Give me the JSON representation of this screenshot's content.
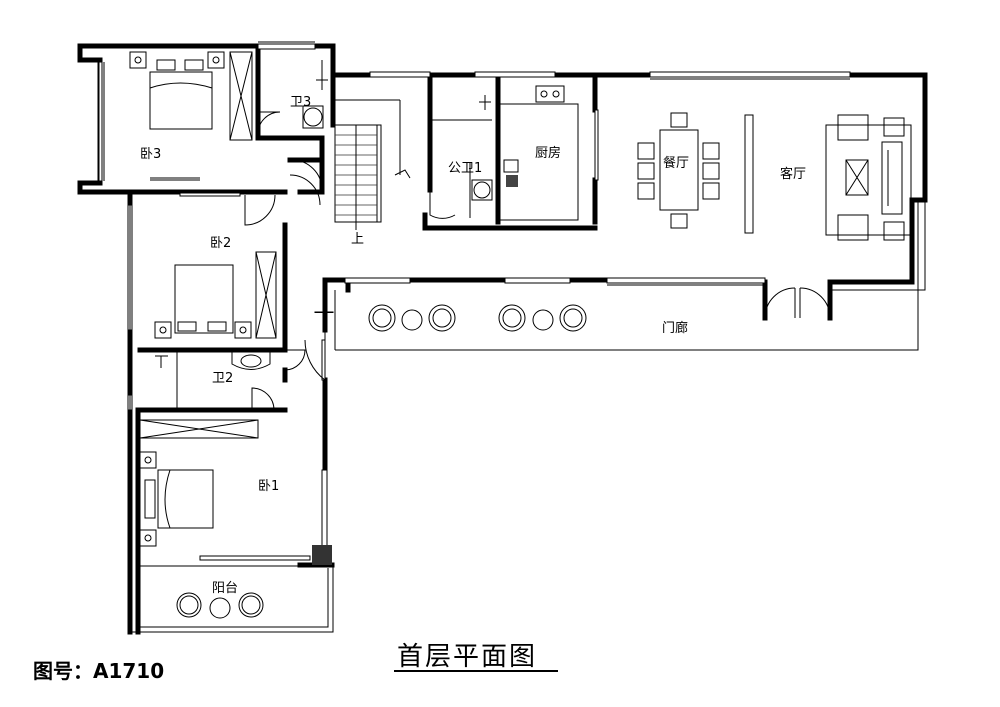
{
  "title": "首层平面图",
  "drawing_number": "图号：A1710",
  "rooms": {
    "bedroom3": "卧3",
    "bathroom3": "卫3",
    "bedroom2": "卧2",
    "bathroom2": "卫2",
    "bedroom1": "卧1",
    "balcony": "阳台",
    "public_bath": "公卫1",
    "kitchen": "厨房",
    "dining": "餐厅",
    "living": "客厅",
    "porch": "门廊",
    "stair_up": "上"
  }
}
